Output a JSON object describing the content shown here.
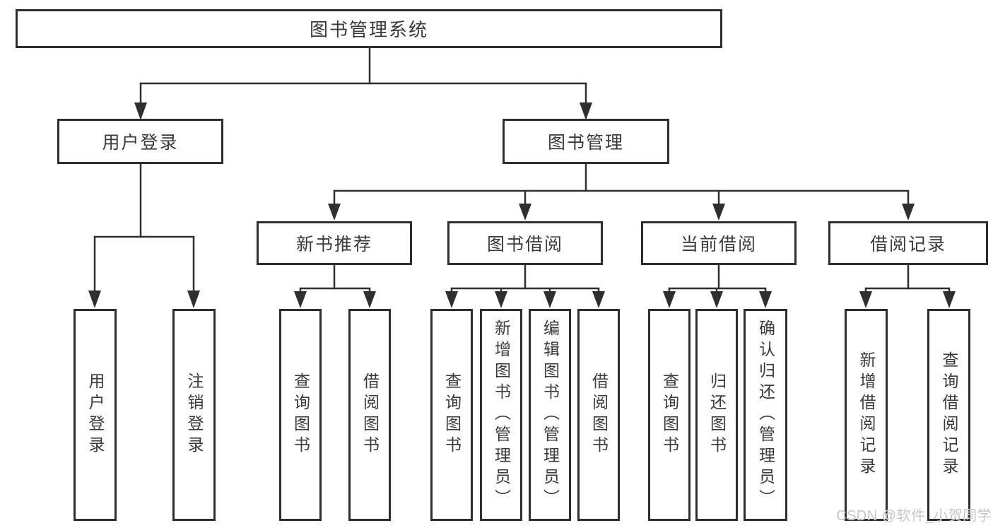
{
  "diagram": {
    "root": {
      "label": "图书管理系统"
    },
    "branches": [
      {
        "label": "用户登录",
        "children": [
          {
            "label": "用户登录"
          },
          {
            "label": "注销登录"
          }
        ]
      },
      {
        "label": "图书管理",
        "children": [
          {
            "label": "新书推荐",
            "children": [
              {
                "label": "查询图书"
              },
              {
                "label": "借阅图书"
              }
            ]
          },
          {
            "label": "图书借阅",
            "children": [
              {
                "label": "查询图书"
              },
              {
                "label": "新增图书（管理员）"
              },
              {
                "label": "编辑图书（管理员）"
              },
              {
                "label": "借阅图书"
              }
            ]
          },
          {
            "label": "当前借阅",
            "children": [
              {
                "label": "查询图书"
              },
              {
                "label": "归还图书"
              },
              {
                "label": "确认归还（管理员）"
              }
            ]
          },
          {
            "label": "借阅记录",
            "children": [
              {
                "label": "新增借阅记录"
              },
              {
                "label": "查询借阅记录"
              }
            ]
          }
        ]
      }
    ]
  },
  "watermark": {
    "text": "CSDN @软件_小贺同学"
  },
  "colors": {
    "line": "#2f2f2f",
    "box_border": "#2e2e2e",
    "box_fill": "#ffffff",
    "text": "#3a3a3a",
    "watermark": "#c3c7ca",
    "background": "#ffffff"
  }
}
